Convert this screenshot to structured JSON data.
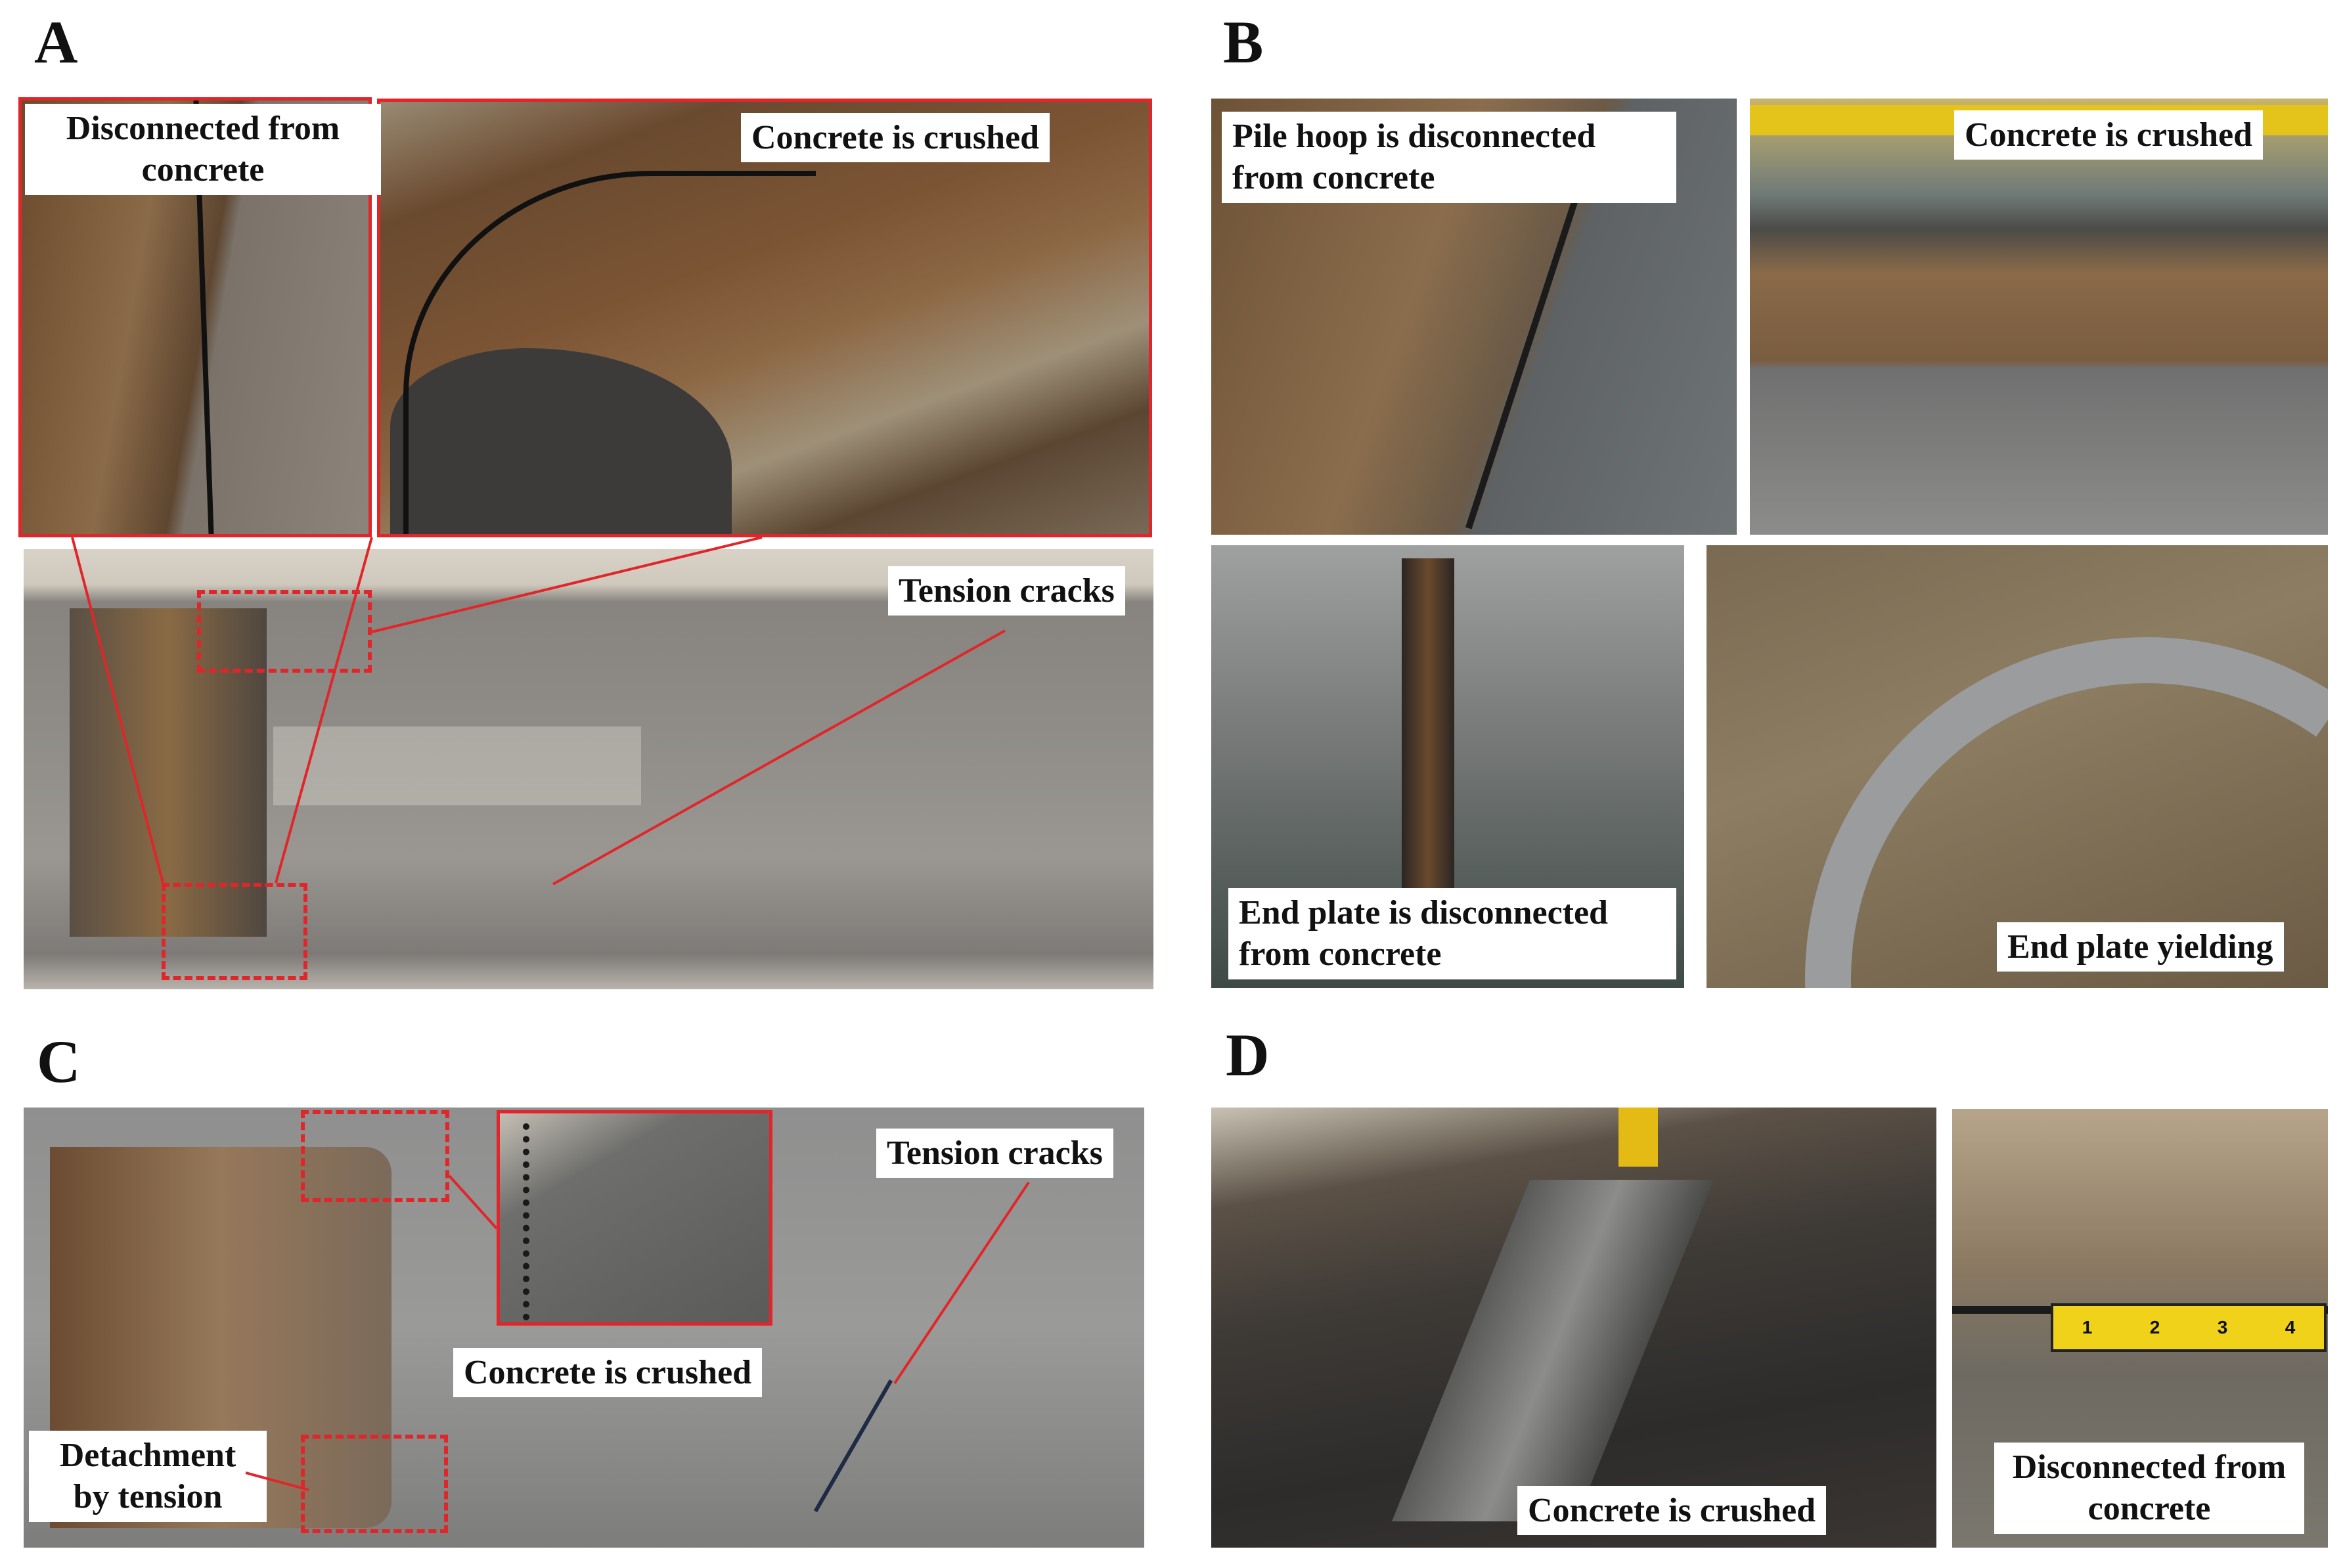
{
  "panels": {
    "a": {
      "letter": "A",
      "labels": {
        "disconnected": "Disconnected from concrete",
        "crushed": "Concrete is crushed",
        "tension": "Tension cracks"
      }
    },
    "b": {
      "letter": "B",
      "labels": {
        "pile_hoop": "Pile hoop is disconnected from concrete",
        "crushed": "Concrete is crushed",
        "end_plate_disc": "End plate is disconnected from concrete",
        "end_plate_yield": "End plate yielding"
      }
    },
    "c": {
      "letter": "C",
      "labels": {
        "tension": "Tension cracks",
        "crushed": "Concrete is crushed",
        "detachment": "Detachment by tension"
      }
    },
    "d": {
      "letter": "D",
      "labels": {
        "crushed": "Concrete is crushed",
        "disconnected": "Disconnected from concrete"
      },
      "tape_ticks": [
        "1",
        "2",
        "3",
        "4"
      ]
    }
  }
}
